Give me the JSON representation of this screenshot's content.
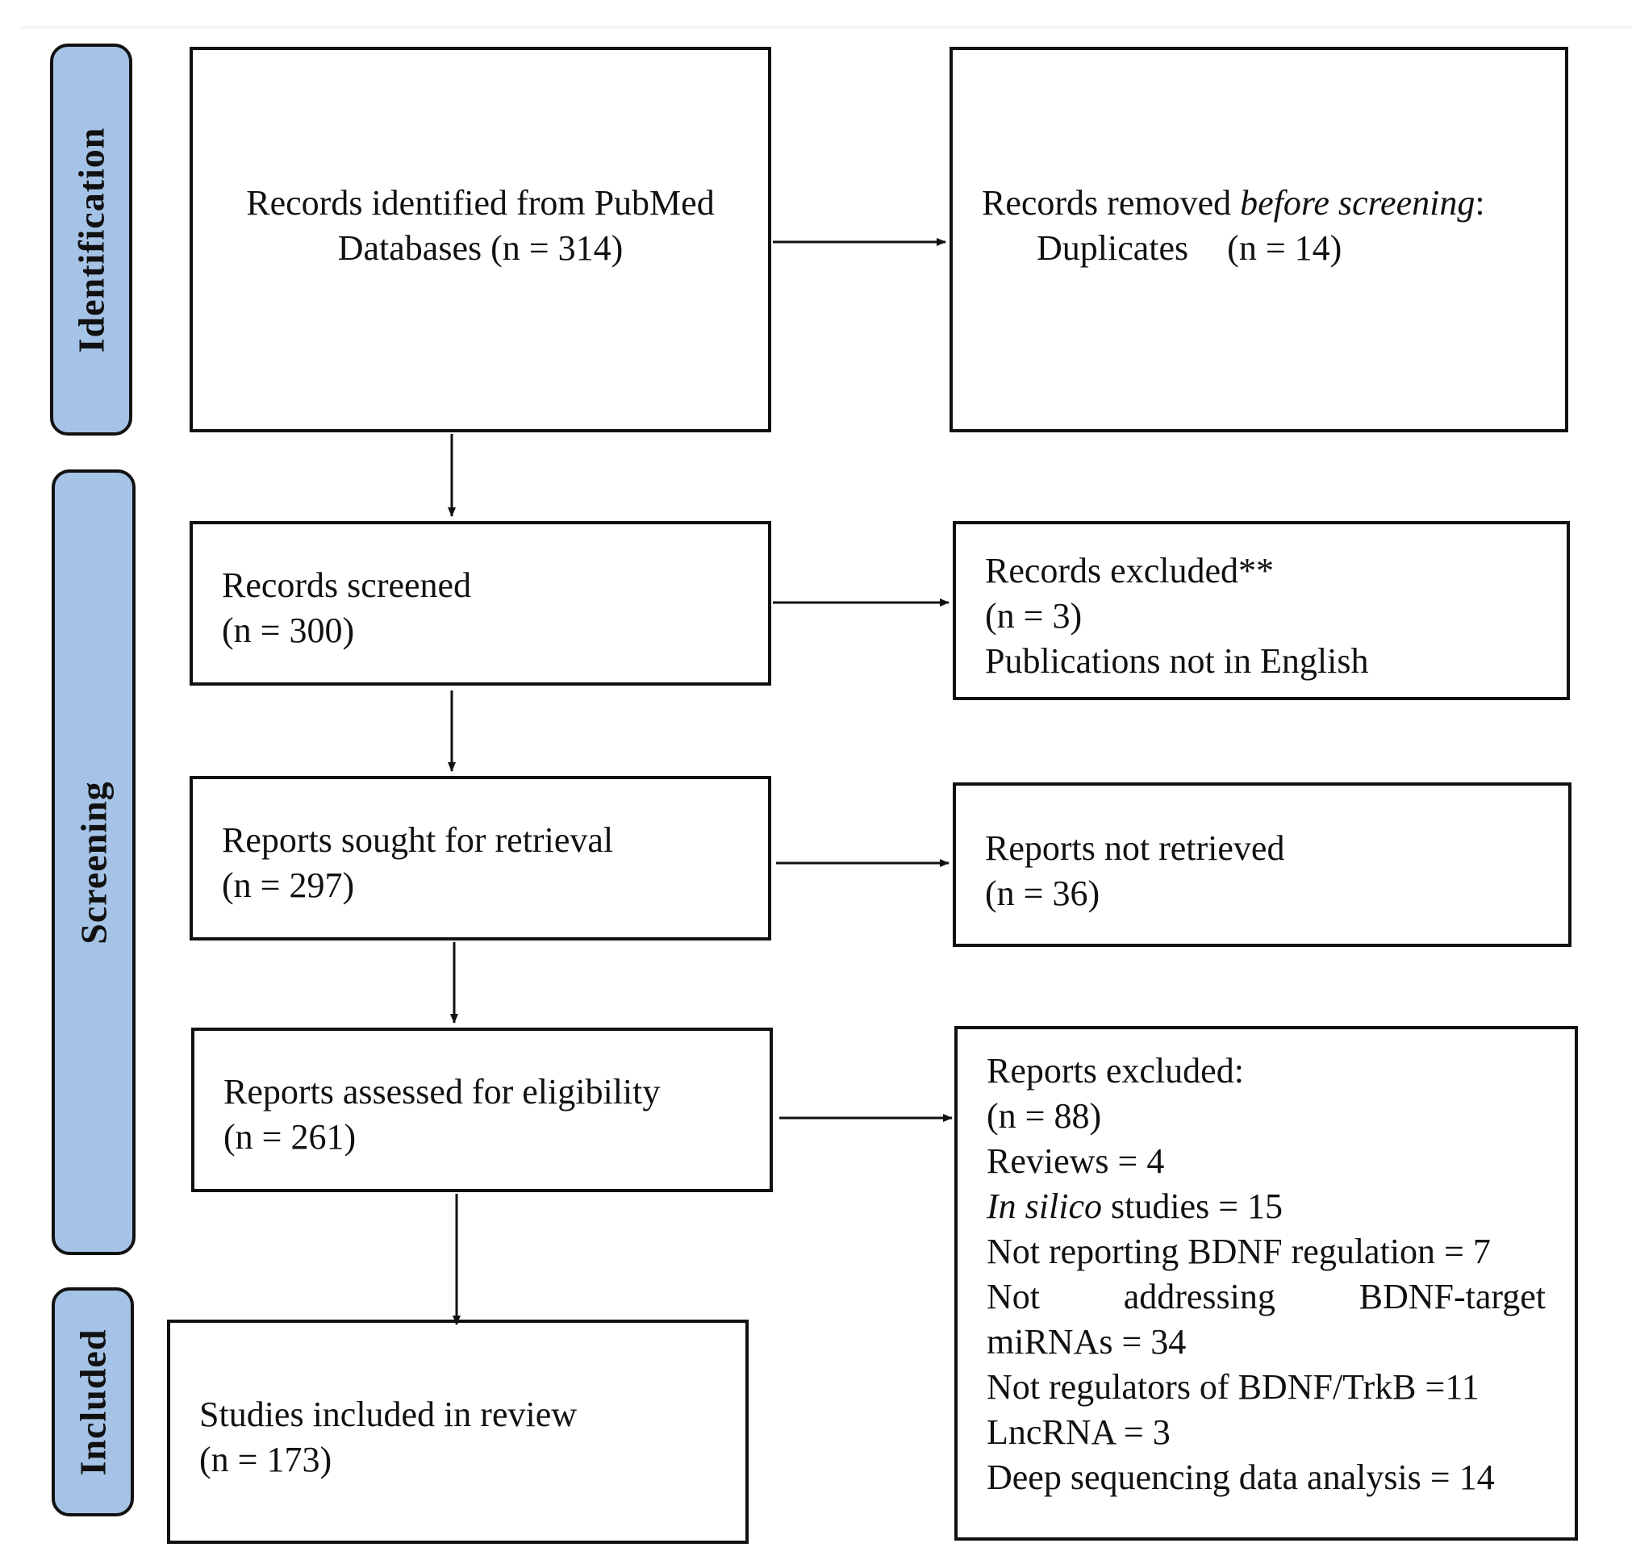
{
  "phases": {
    "identification": "Identification",
    "screening": "Screening",
    "included": "Included"
  },
  "boxes": {
    "identified": {
      "line1": "Records identified from PubMed",
      "line2": "Databases (n = 314)"
    },
    "removed": {
      "line1_prefix": "Records removed ",
      "line1_italic": "before screening",
      "line1_suffix": ":",
      "line2_label": "Duplicates",
      "line2_count": "(n = 14)"
    },
    "screened": {
      "line1": "Records screened",
      "line2": "(n = 300)"
    },
    "excluded_records": {
      "line1": "Records excluded**",
      "line2": "(n = 3)",
      "line3": "Publications not in English"
    },
    "sought": {
      "line1": "Reports sought for retrieval",
      "line2": "(n = 297)"
    },
    "not_retrieved": {
      "line1": "Reports not retrieved",
      "line2": "(n = 36)"
    },
    "assessed": {
      "line1": "Reports assessed for eligibility",
      "line2": "(n = 261)"
    },
    "reports_excluded": {
      "heading": "Reports excluded:",
      "count": "(n = 88)",
      "reviews": "Reviews = 4",
      "in_silico_italic": "In silico",
      "in_silico_rest": " studies = 15",
      "not_reporting": "Not reporting BDNF regulation = 7",
      "not_addressing_w1": "Not",
      "not_addressing_w2": "addressing",
      "not_addressing_w3": "BDNF-target",
      "not_addressing_l2": "miRNAs = 34",
      "not_regulators": "Not regulators of BDNF/TrkB =11",
      "lncrna": "LncRNA = 3",
      "deep_seq": "Deep sequencing data analysis = 14"
    },
    "included": {
      "line1": "Studies included in review",
      "line2": "(n = 173)"
    }
  }
}
